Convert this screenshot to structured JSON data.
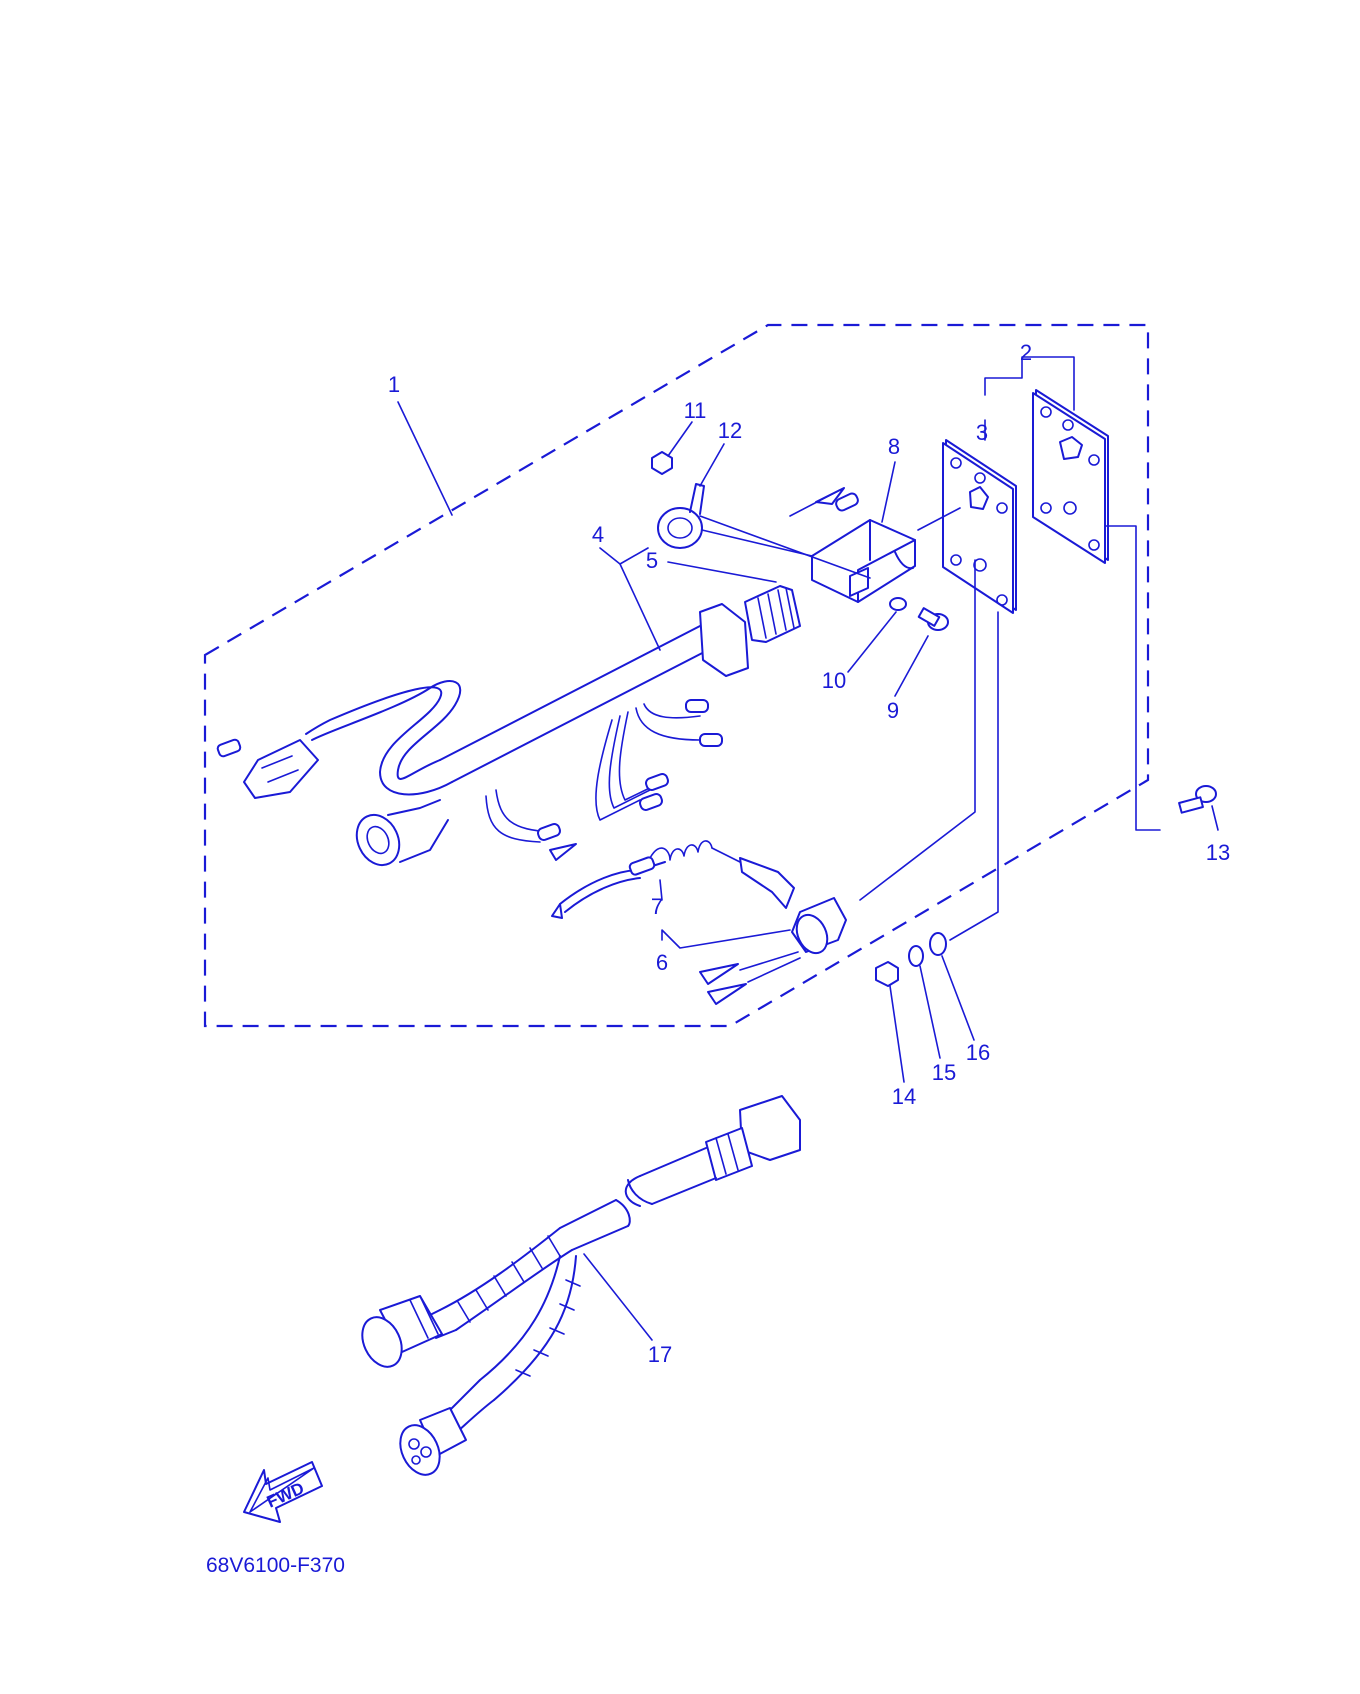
{
  "diagram": {
    "callouts": [
      "1",
      "2",
      "3",
      "4",
      "5",
      "6",
      "7",
      "8",
      "9",
      "10",
      "11",
      "12",
      "13",
      "14",
      "15",
      "16",
      "17"
    ],
    "fwd_label": "FWD",
    "drawing_code": "68V6100-F370",
    "line_color": "#1a1ad6"
  }
}
